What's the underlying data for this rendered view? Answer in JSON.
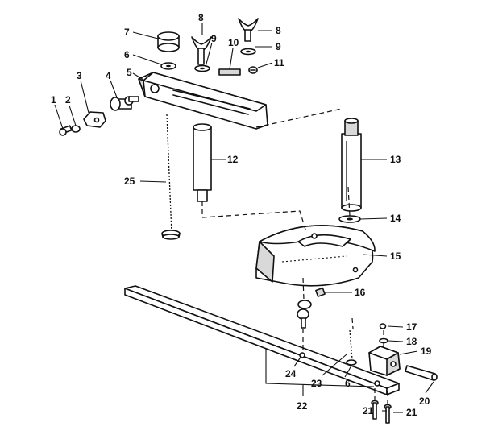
{
  "callouts": {
    "c1": "1",
    "c2": "2",
    "c3": "3",
    "c4": "4",
    "c5": "5",
    "c6a": "6",
    "c6b": "6",
    "c7": "7",
    "c8a": "8",
    "c8b": "8",
    "c9a": "9",
    "c9b": "9",
    "c10": "10",
    "c11": "11",
    "c12": "12",
    "c13": "13",
    "c14": "14",
    "c15": "15",
    "c16": "16",
    "c17": "17",
    "c18": "18",
    "c19": "19",
    "c20": "20",
    "c21a": "21",
    "c21b": "21",
    "c22": "22",
    "c23": "23",
    "c24": "24",
    "c25": "25"
  }
}
